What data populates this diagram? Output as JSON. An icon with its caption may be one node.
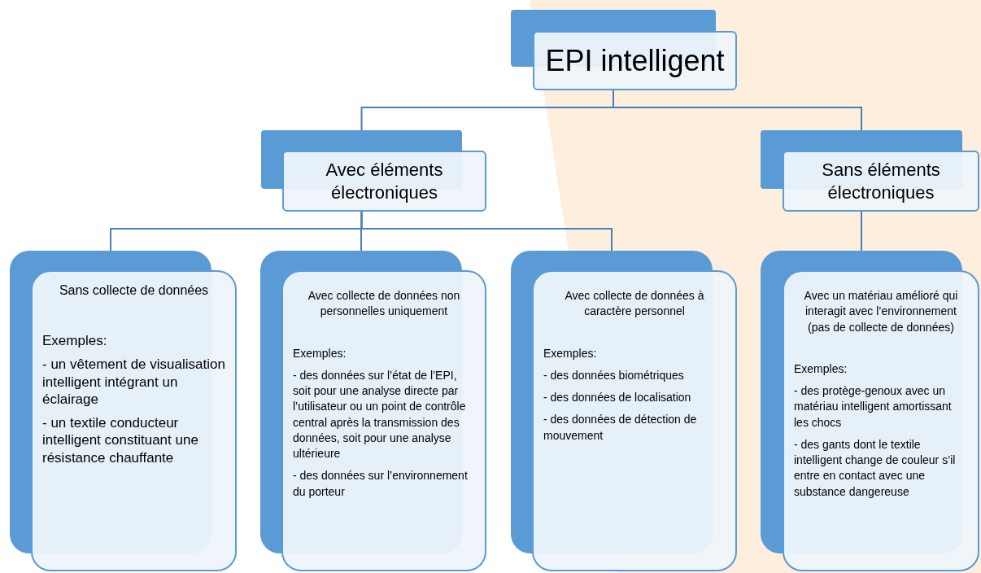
{
  "diagram": {
    "nodes": [
      {
        "text": [
          "EPI intelligent"
        ]
      },
      {
        "text": [
          "Avec éléments électroniques"
        ]
      },
      {
        "text": [
          "Sans éléments électroniques"
        ]
      },
      {
        "text": [
          "Sans collecte de données",
          "Exemples:",
          "- un vêtement de visualisation intelligent intégrant un éclairage",
          "- un textile conducteur intelligent constituant une résistance chauffante"
        ]
      },
      {
        "text": [
          "Avec collecte de données non personnelles uniquement",
          "Exemples:",
          "- des données sur l’état de l’EPI, soit pour une analyse directe par l’utilisateur ou un point de contrôle central après la transmission des données, soit pour une analyse ultérieure",
          "- des données sur l’environnement du porteur"
        ]
      },
      {
        "text": [
          "Avec collecte de données à caractère personnel",
          "Exemples:",
          "- des données biométriques",
          "- des données de localisation",
          "- des données de détection de mouvement"
        ]
      },
      {
        "text": [
          "Avec un matériau amélioré qui interagit avec l’environnement (pas de collecte de données)",
          "Exemples:",
          "- des protège-genoux avec un matériau intelligent amortissant les chocs",
          "- des gants dont le textile intelligent change de couleur s’il entre en contact avec une substance dangereuse"
        ]
      }
    ],
    "edges": [
      {
        "from": 0,
        "to": 1,
        "arrow": "none"
      },
      {
        "from": 0,
        "to": 2,
        "arrow": "none"
      },
      {
        "from": 1,
        "to": 3,
        "arrow": "none"
      },
      {
        "from": 1,
        "to": 4,
        "arrow": "none"
      },
      {
        "from": 1,
        "to": 5,
        "arrow": "none"
      },
      {
        "from": 2,
        "to": 6,
        "arrow": "none"
      }
    ]
  }
}
